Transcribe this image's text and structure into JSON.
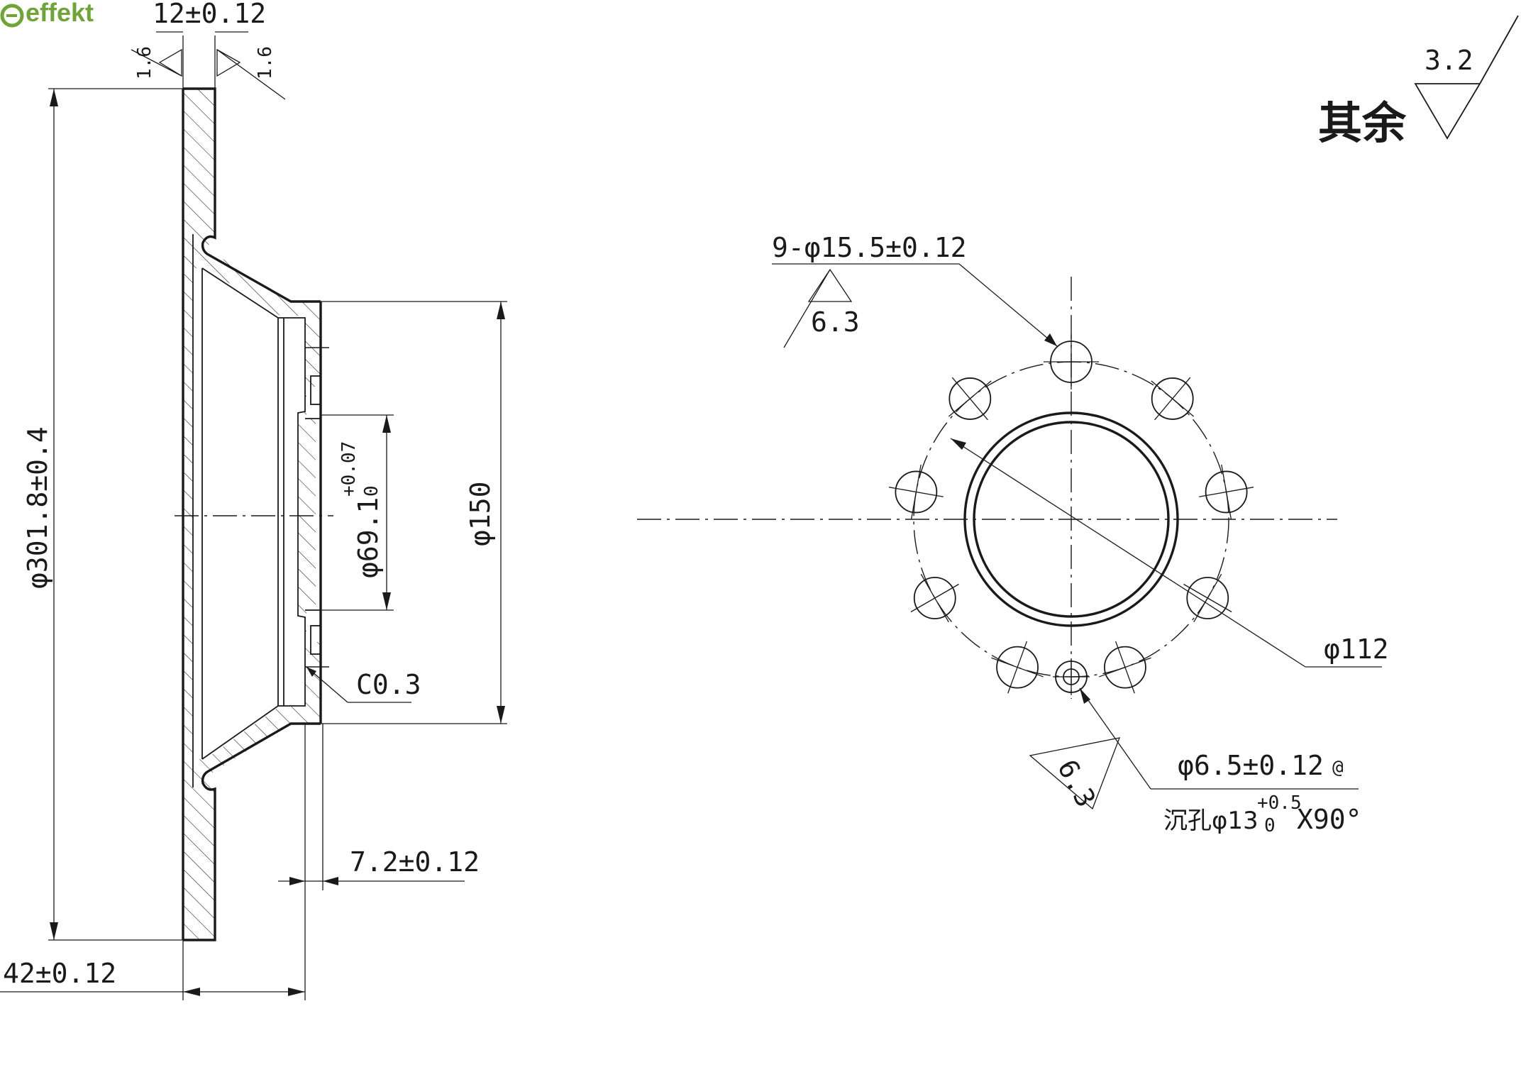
{
  "brand": {
    "name": "effekt",
    "color": "#6ea536"
  },
  "section_view": {
    "thickness": "12±0.12",
    "roughness_face_left": "1.6",
    "roughness_face_right": "1.6",
    "outer_diameter": "φ301.8±0.4",
    "hub_diameter": "φ150",
    "bore_diameter": "φ69.1",
    "bore_tol_upper": "+0.07",
    "bore_tol_lower": "0",
    "chamfer": "C0.3",
    "hub_depth": "7.2±0.12",
    "overall_height": "42±0.12"
  },
  "front_view": {
    "hole_callout": "9-φ15.5±0.12",
    "hole_roughness": "6.3",
    "pcd": "φ112",
    "small_hole": "φ6.5±0.12",
    "small_hole_mark": "@",
    "counterbore_prefix": "沉孔φ13",
    "counterbore_tol_upper": "+0.5",
    "counterbore_tol_lower": "0",
    "counterbore_suffix": "X90°",
    "small_hole_roughness": "6.3",
    "hole_count": 9
  },
  "general_roughness": {
    "label": "其余",
    "value": "3.2"
  }
}
